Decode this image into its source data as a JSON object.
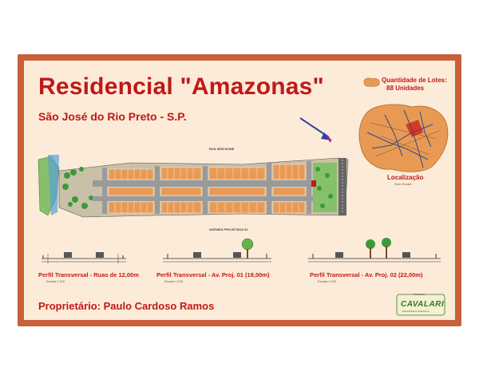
{
  "title": "Residencial \"Amazonas\"",
  "subtitle": "São José do Rio Preto - S.P.",
  "owner": "Proprietário: Paulo Cardoso Ramos",
  "legend": {
    "quantity_label": "Quantidade de Lotes:",
    "quantity_value": "88 Unidades"
  },
  "location": {
    "label": "Localização",
    "sublabel": "Sem Escala"
  },
  "road_labels": {
    "top": "RUA SEM NOME",
    "bottom": "AVENIDA PROJETADA 02"
  },
  "profiles": [
    {
      "label": "Perfil Transversal - Ruas de 12,00m",
      "scale": "Escala 1:100"
    },
    {
      "label": "Perfil Transversal - Av. Proj. 01 (18,00m)",
      "scale": "Escala 1:100"
    },
    {
      "label": "Perfil Transversal - Av. Proj. 02 (22,00m)",
      "scale": "Escala 1:100"
    }
  ],
  "logo": {
    "name": "CAVALARI",
    "tagline": "Engenharia & Arquitetura",
    "top": "PROJETO"
  },
  "colors": {
    "border": "#c8603a",
    "background": "#fcebd8",
    "text": "#c01818",
    "lot": "#e89a55",
    "road": "#9a9a9a",
    "green": "#2f8a2a"
  },
  "icons": [
    "north-arrow-icon",
    "tree-icon",
    "car-icon"
  ]
}
